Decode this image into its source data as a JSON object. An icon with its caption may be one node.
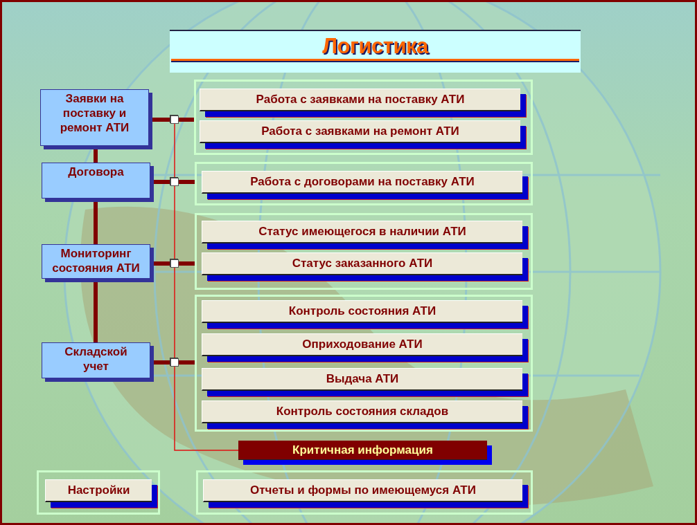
{
  "diagram": {
    "title": "Логистика",
    "nodes": [
      {
        "text": [
          "Заявки на поставку и ремонт АТИ"
        ]
      },
      {
        "text": [
          "Договора"
        ]
      },
      {
        "text": [
          "Мониторинг состояния АТИ"
        ]
      },
      {
        "text": [
          "Складской учет"
        ]
      },
      {
        "text": [],
        "shape": "box"
      },
      {
        "text": [],
        "shape": "box"
      },
      {
        "text": [],
        "shape": "box"
      },
      {
        "text": [],
        "shape": "box"
      },
      {
        "text": [],
        "shape": "box"
      },
      {
        "text": [
          "Работа с заявками на поставку АТИ"
        ],
        "in": 8
      },
      {
        "text": [
          "Работа с заявками на ремонт АТИ"
        ],
        "in": 8
      },
      {
        "text": [],
        "shape": "box"
      },
      {
        "text": [
          "Работа с договорами на поставку АТИ"
        ],
        "in": 11
      },
      {
        "text": [],
        "shape": "box"
      },
      {
        "text": [
          "Статус имеющегося в наличии АТИ"
        ],
        "in": 13
      },
      {
        "text": [
          "Статус заказанного АТИ"
        ],
        "in": 13
      },
      {
        "text": [],
        "shape": "box"
      },
      {
        "text": [
          "Контроль состояния АТИ"
        ],
        "in": 16
      },
      {
        "text": [
          "Оприходование АТИ"
        ],
        "in": 16
      },
      {
        "text": [
          "Выдача АТИ"
        ],
        "in": 16
      },
      {
        "text": [
          "Контроль состояния складов"
        ],
        "in": 16
      },
      {
        "text": [
          "Критичная информация"
        ]
      },
      {
        "text": [],
        "shape": "box"
      },
      {
        "text": [
          "Настройки"
        ],
        "in": 22
      },
      {
        "text": [],
        "shape": "box"
      },
      {
        "text": [
          "Отчеты и формы по имеющемуся АТИ"
        ],
        "in": 24
      }
    ],
    "edges": [
      {
        "from": 0,
        "to": 1,
        "arrow": "none"
      },
      {
        "from": 1,
        "to": 2,
        "arrow": "none"
      },
      {
        "from": 2,
        "to": 3,
        "arrow": "none"
      },
      {
        "from": 0,
        "to": 4,
        "arrow": "none"
      },
      {
        "from": 4,
        "to": 8,
        "arrow": "none"
      },
      {
        "from": 1,
        "to": 5,
        "arrow": "none"
      },
      {
        "from": 5,
        "to": 11,
        "arrow": "none"
      },
      {
        "from": 2,
        "to": 6,
        "arrow": "none"
      },
      {
        "from": 6,
        "to": 13,
        "arrow": "none"
      },
      {
        "from": 3,
        "to": 7,
        "arrow": "none"
      },
      {
        "from": 7,
        "to": 16,
        "arrow": "none"
      },
      {
        "from": 4,
        "to": 5,
        "arrow": "none",
        "color": "#e01010"
      },
      {
        "from": 5,
        "to": 6,
        "arrow": "none",
        "color": "#e01010"
      },
      {
        "from": 6,
        "to": 7,
        "arrow": "none",
        "color": "#e01010"
      },
      {
        "from": 7,
        "to": 21,
        "arrow": "none",
        "color": "#e01010"
      }
    ]
  }
}
